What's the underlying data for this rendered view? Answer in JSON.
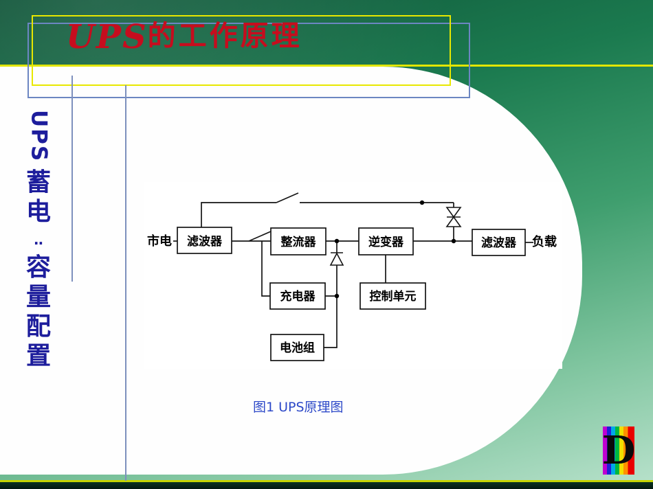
{
  "title": {
    "latin": "UPS",
    "rest": "的工作原理"
  },
  "sidebar": {
    "latin": "UPS",
    "chars": [
      "蓄",
      "电",
      "‥",
      "容",
      "量",
      "配",
      "置"
    ]
  },
  "diagram": {
    "source_label": "市电",
    "load_label": "负载",
    "filter_in": "滤波器",
    "rectifier": "整流器",
    "inverter": "逆变器",
    "filter_out": "滤波器",
    "charger": "充电器",
    "control_unit": "控制单元",
    "battery": "电池组"
  },
  "caption": "图1 UPS原理图",
  "logo": {
    "letter": "D"
  },
  "colors": {
    "title_red": "#c60d1e",
    "sidebar_navy": "#1d1d9c",
    "caption_blue": "#2c48c8",
    "divider_yellow": "#e2e600",
    "slide_green_dark": "#0f5438",
    "slide_green_light": "#b9e2cc"
  }
}
